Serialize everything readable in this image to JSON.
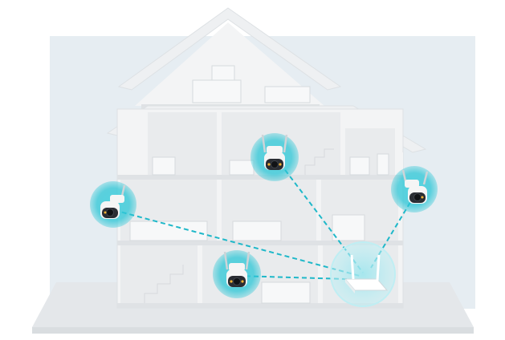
{
  "colors": {
    "backdrop": "#e6edf2",
    "house_wall": "#f3f4f5",
    "house_edge": "#dde1e4",
    "interior": "#e9ebed",
    "floor": "#e4e7ea",
    "link_line": "#1fb8c9",
    "camera_glow": "#2cc6d6",
    "camera_body": "#f5f5f5",
    "camera_lens": "#2a2d33",
    "router": "#ffffff"
  },
  "cameras": [
    {
      "name": "camera-top-center",
      "placement": "upper-floor-center"
    },
    {
      "name": "camera-left",
      "placement": "middle-floor-left"
    },
    {
      "name": "camera-right",
      "placement": "middle-floor-right"
    },
    {
      "name": "camera-bottom-center",
      "placement": "ground-floor-center"
    }
  ],
  "router": {
    "name": "wifi-router",
    "placement": "ground-floor-right"
  },
  "links": [
    {
      "from": "camera-top-center",
      "to": "wifi-router"
    },
    {
      "from": "camera-left",
      "to": "wifi-router"
    },
    {
      "from": "camera-right",
      "to": "wifi-router"
    },
    {
      "from": "camera-bottom-center",
      "to": "wifi-router"
    }
  ]
}
